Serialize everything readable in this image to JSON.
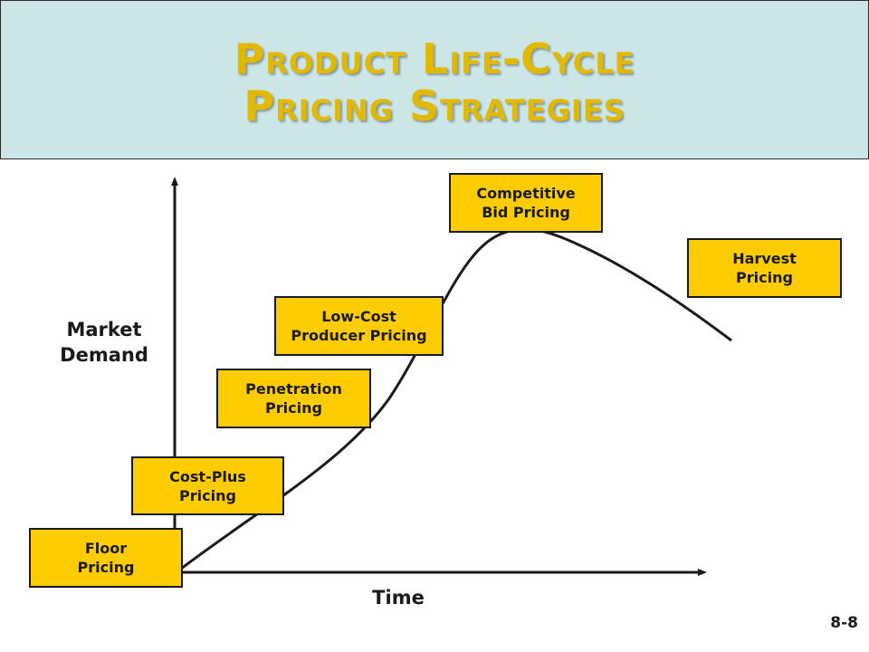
{
  "header": {
    "title_line1": "Product Life-Cycle",
    "title_line2": "Pricing Strategies",
    "background_color": "#cce6e8",
    "title_color": "#e0b900"
  },
  "axes": {
    "y_label_line1": "Market",
    "y_label_line2": "Demand",
    "x_label": "Time"
  },
  "strategies": [
    {
      "line1": "Floor",
      "line2": "Pricing"
    },
    {
      "line1": "Cost-Plus",
      "line2": "Pricing"
    },
    {
      "line1": "Penetration",
      "line2": "Pricing"
    },
    {
      "line1": "Low-Cost",
      "line2": "Producer Pricing"
    },
    {
      "line1": "Competitive",
      "line2": "Bid Pricing"
    },
    {
      "line1": "Harvest",
      "line2": "Pricing"
    }
  ],
  "box_color": "#ffcc00",
  "slide_number": "8-8"
}
